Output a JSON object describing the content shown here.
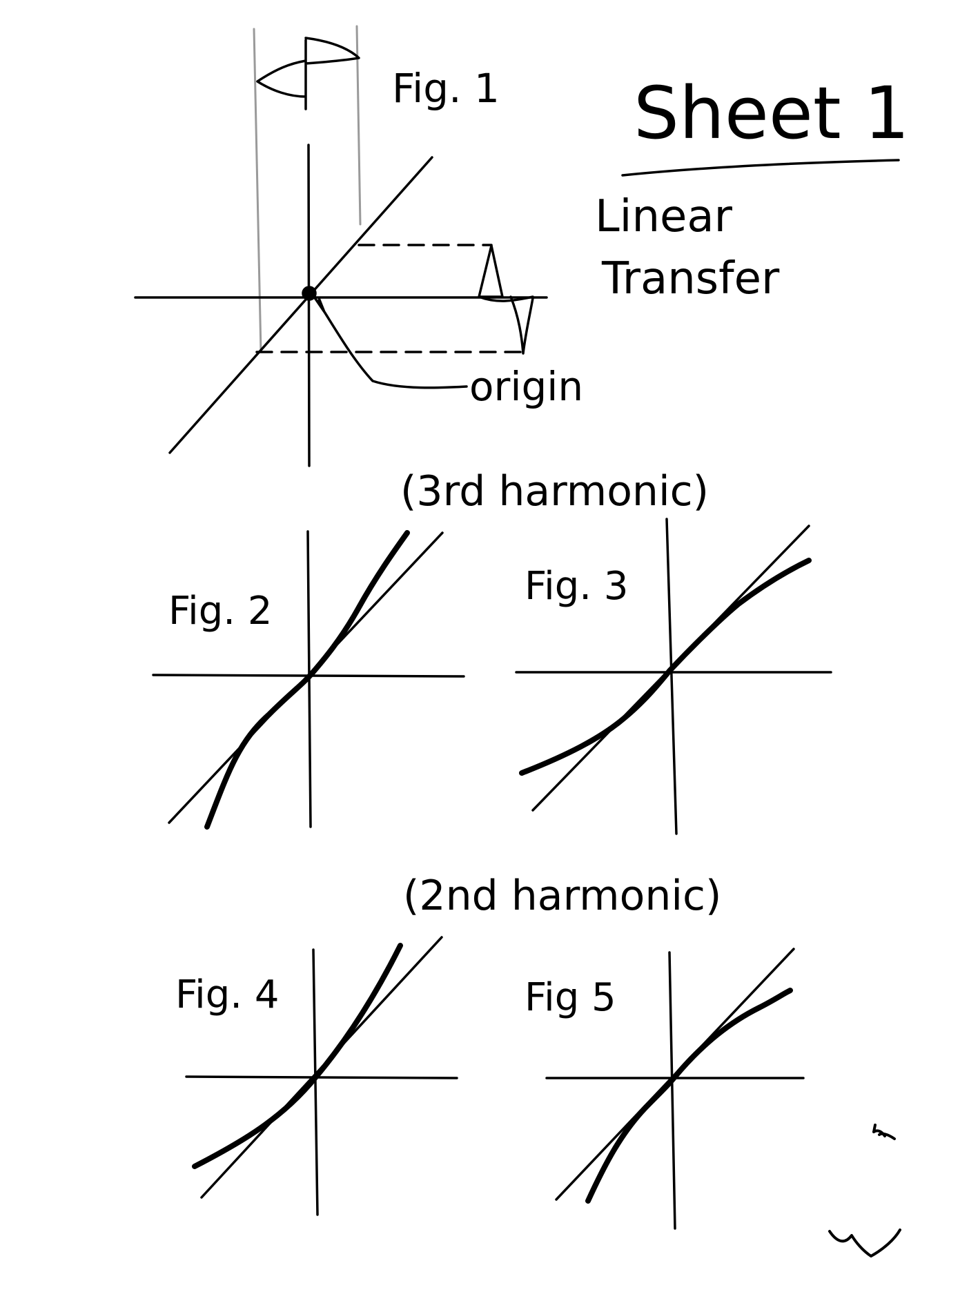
{
  "colors": {
    "ink": "#000000",
    "guide": "#9a9a9a",
    "paper": "#ffffff"
  },
  "sheet": {
    "title": "Sheet 1",
    "subtitle_line1": "Linear",
    "subtitle_line2": "Transfer"
  },
  "labels": {
    "fig1": "Fig. 1",
    "origin": "origin",
    "third_harmonic": "(3rd harmonic)",
    "second_harmonic": "(2nd harmonic)",
    "fig2": "Fig. 2",
    "fig3": "Fig. 3",
    "fig4": "Fig. 4",
    "fig5": "Fig 5"
  },
  "figures": [
    {
      "id": "fig2",
      "curve": "steeper-odd"
    },
    {
      "id": "fig3",
      "curve": "flatter-odd"
    },
    {
      "id": "fig4",
      "curve": "convex"
    },
    {
      "id": "fig5",
      "curve": "concave"
    }
  ]
}
